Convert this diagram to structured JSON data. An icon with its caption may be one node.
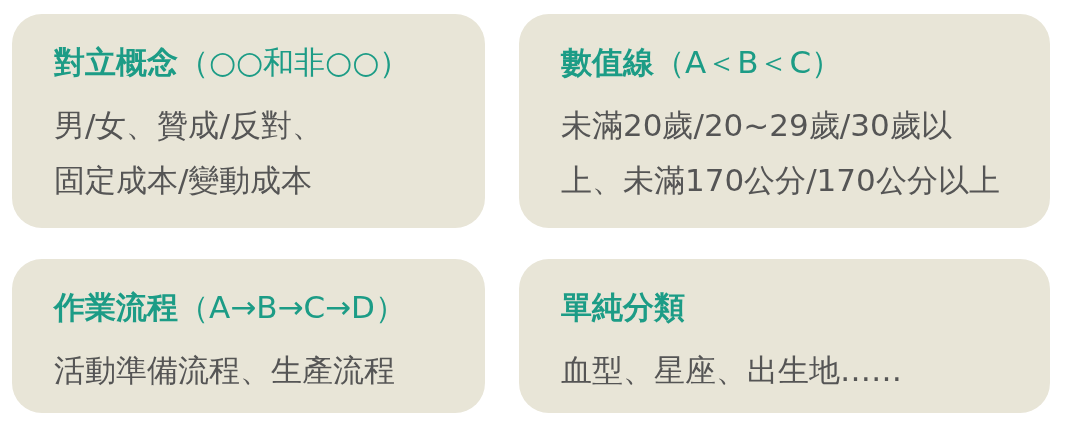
{
  "diagram": {
    "nodes": [
      {
        "text": [
          "**對立概念**（○○和非○○）",
          "男/女、贊成/反對、固定成本/變動成本"
        ]
      },
      {
        "text": [
          "**數值線**（A＜B＜C）",
          "未滿20歲/20~29歲/30歲以上、未滿170公分/170公分以上"
        ]
      },
      {
        "text": [
          "**作業流程**（A→B→C→D）",
          "活動準備流程、生產流程"
        ]
      },
      {
        "text": [
          "**單純分類**",
          "血型、星座、出生地……"
        ]
      }
    ]
  }
}
